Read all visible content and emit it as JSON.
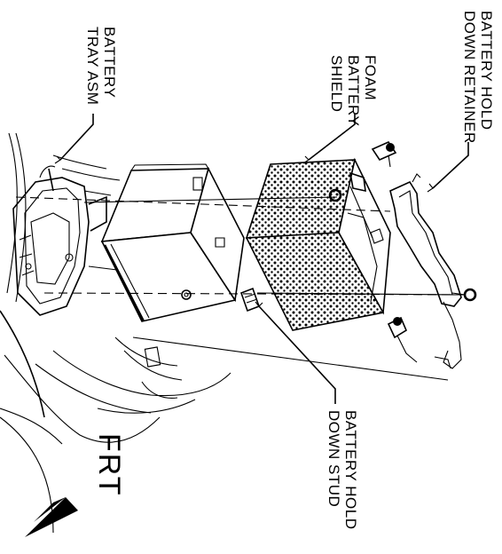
{
  "labels": {
    "battery_hold_down_retainer": [
      "BATTERY HOLD",
      "DOWN RETAINER"
    ],
    "foam_battery_shield": [
      "FOAM",
      "BATTERY",
      "SHIELD"
    ],
    "battery_tray_asm": [
      "BATTERY",
      "TRAY ASM"
    ],
    "battery_hold_down_stud": [
      "BATTERY HOLD",
      "DOWN STUD"
    ],
    "front": "FRT"
  },
  "colors": {
    "ink": "#000000",
    "paper": "#ffffff"
  }
}
